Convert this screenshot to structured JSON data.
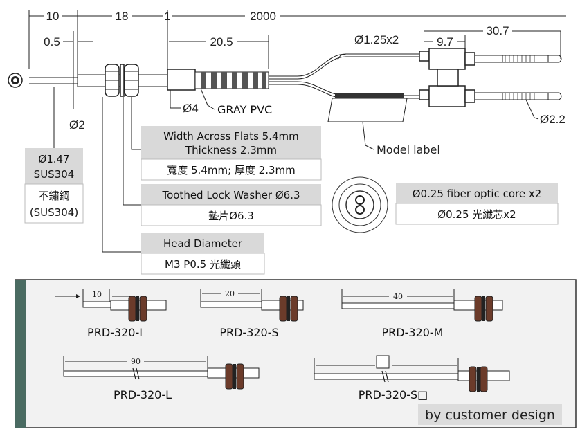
{
  "dimensions": {
    "d10": "10",
    "d18": "18",
    "d1": "1",
    "d2000": "2000",
    "d0_5": "0.5",
    "d20_5": "20.5",
    "d1_25x2": "Ø1.25x2",
    "d9_7": "9.7",
    "d30_7": "30.7",
    "d2": "Ø2",
    "d4": "Ø4",
    "d2_2": "Ø2.2"
  },
  "labels": {
    "gray_pvc": "GRAY PVC",
    "model_label": "Model label"
  },
  "boxes": {
    "sus": {
      "header1": "Ø1.47",
      "header2": "SUS304",
      "body1": "不鏽鋼",
      "body2": "(SUS304)"
    },
    "flats": {
      "header1": "Width Across Flats 5.4mm",
      "header2": "Thickness 2.3mm",
      "body": "寬度 5.4mm; 厚度 2.3mm"
    },
    "washer": {
      "header": "Toothed Lock Washer Ø6.3",
      "body": "墊片Ø6.3"
    },
    "head": {
      "header": "Head Diameter",
      "body": "M3 P0.5 光纖頭"
    },
    "core": {
      "header": "Ø0.25 fiber optic core x2",
      "body": "Ø0.25 光纖芯x2"
    }
  },
  "variants": [
    {
      "name": "PRD-320-I",
      "dim": "10"
    },
    {
      "name": "PRD-320-S",
      "dim": "20"
    },
    {
      "name": "PRD-320-M",
      "dim": "40"
    },
    {
      "name": "PRD-320-L",
      "dim": "90"
    },
    {
      "name": "PRD-320-S□",
      "dim": ""
    }
  ],
  "footer": "by customer design",
  "colors": {
    "panel_bar": "#4a6b62",
    "panel_bg": "#f2f2f2",
    "box_header": "#d9d9d9",
    "footer_bg": "#dcdcdc"
  }
}
